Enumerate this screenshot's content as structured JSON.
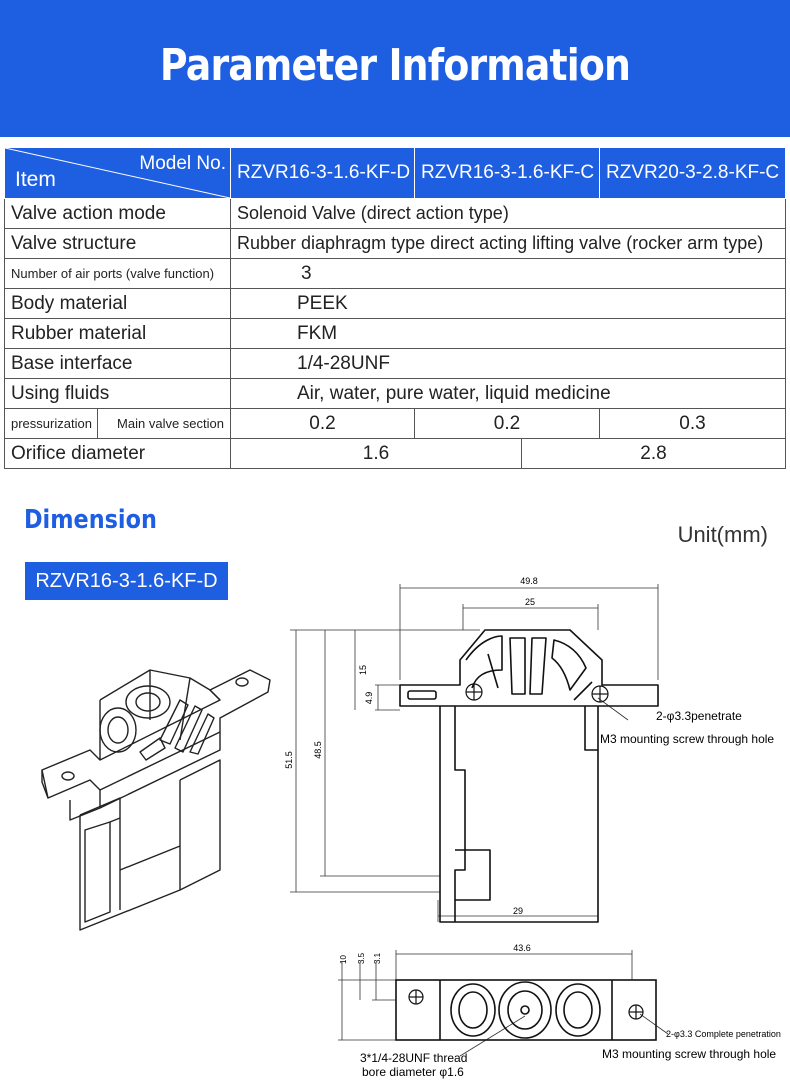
{
  "header": {
    "title": "Parameter Information"
  },
  "table": {
    "corner": {
      "model_no": "Model No.",
      "item": "Item"
    },
    "models": [
      "RZVR16-3-1.6-KF-D",
      "RZVR16-3-1.6-KF-C",
      "RZVR20-3-2.8-KF-C"
    ],
    "rows": {
      "valve_action": {
        "label": "Valve action mode",
        "value": "Solenoid Valve (direct action type)"
      },
      "valve_structure": {
        "label": "Valve structure",
        "value": "Rubber diaphragm type direct acting lifting valve (rocker arm type)"
      },
      "air_ports": {
        "label": "Number of air ports (valve function)",
        "value": "3"
      },
      "body_material": {
        "label": "Body material",
        "value": "PEEK"
      },
      "rubber_material": {
        "label": "Rubber material",
        "value": "FKM"
      },
      "base_interface": {
        "label": "Base interface",
        "value": "1/4-28UNF"
      },
      "fluids": {
        "label": "Using fluids",
        "value": "Air, water, pure water, liquid medicine"
      },
      "pressurization": {
        "label": "pressurization",
        "sub_label": "Main valve section",
        "values": [
          "0.2",
          "0.2",
          "0.3"
        ]
      },
      "orifice": {
        "label": "Orifice diameter",
        "values": [
          "1.6",
          "2.8"
        ]
      }
    }
  },
  "dimension": {
    "title": "Dimension",
    "unit": "Unit(mm)",
    "model": "RZVR16-3-1.6-KF-D",
    "dims": {
      "d498": "49.8",
      "d25": "25",
      "d15": "15",
      "d49": "4.9",
      "d515": "51.5",
      "d485": "48.5",
      "d29": "29",
      "d436": "43.6",
      "d10": "10",
      "d35": "3.5",
      "d31": "3.1"
    },
    "notes": {
      "hole_top_1": "2-φ3.3penetrate",
      "hole_top_2": "M3 mounting screw through hole",
      "thread_1": "3*1/4-28UNF thread",
      "thread_2": "bore diameter φ1.6",
      "hole_bot_1": "2-φ3.3 Complete penetration",
      "hole_bot_2": "M3 mounting screw through hole"
    }
  }
}
